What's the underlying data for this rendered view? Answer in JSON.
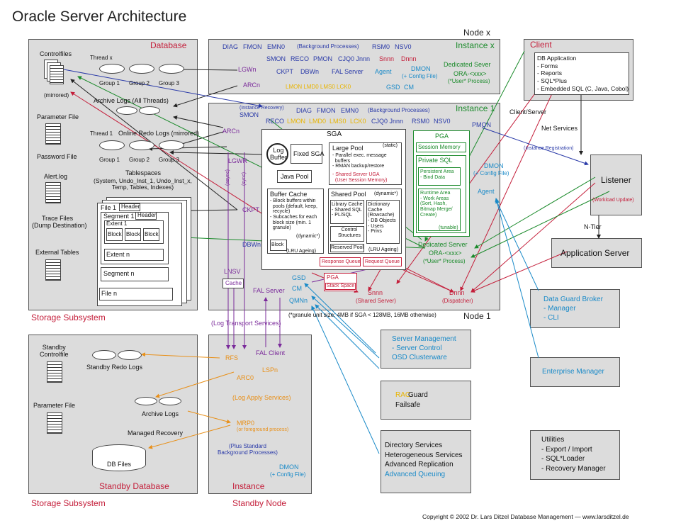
{
  "title": "Oracle Server Architecture",
  "copyright": "Copyright © 2002 Dr. Lars Ditzel Database Management — www.larsditzel.de",
  "database": {
    "title": "Database",
    "controlfiles": "Controlfiles",
    "mirrored": "(mirrored)",
    "thread_x": "Thread x",
    "group1": "Group 1",
    "group2": "Group 2",
    "group3": "Group 3",
    "archive_logs_all": "Archive Logs (All Threads)",
    "parameter_file": "Parameter File",
    "password_file": "Password File",
    "thread_1": "Thread 1",
    "online_redo": "Online Redo Logs (mirrored)",
    "alert_log": "Alert.log",
    "trace_files": "Trace Files",
    "dump_dest": "(Dump Destination)",
    "tablespaces": "Tablespaces",
    "tablespaces_detail": "(System, Undo_Inst_1, Undo_Inst_x,\nTemp, Tables, Indexes)",
    "external_tables": "External Tables",
    "file1": "File 1",
    "header": "Header",
    "segment1": "Segment 1",
    "extent1": "Extent 1",
    "block": "Block",
    "extent_n": "Extent n",
    "segment_n": "Segment n",
    "file_n": "File n",
    "storage": "Storage Subsystem"
  },
  "node_x": {
    "label": "Node x",
    "instance": "Instance x",
    "row1": [
      "DIAG",
      "FMON",
      "EMN0",
      "(Background Processes)",
      "RSM0",
      "NSV0"
    ],
    "row2": [
      "SMON",
      "RECO",
      "PMON",
      "CJQ0 Jnnn",
      "Snnn",
      "Dnnn"
    ],
    "row3": [
      "CKPT",
      "DBWn",
      "FAL Server",
      "Agent",
      "DMON",
      "(+ Config File)"
    ],
    "lgwn": "LGWn",
    "arcn": "ARCn",
    "yellow": "LMON  LMD0  LMS0  LCK0",
    "gsd": "GSD",
    "cm": "CM",
    "ded_server": "Dedicated Sever",
    "ora": "ORA-<xxx>",
    "user_process": "(*User* Process)"
  },
  "instance1": {
    "label": "Instance 1",
    "instance_recovery": "(Instance Recovery)",
    "smon": "SMON",
    "row1": [
      "DIAG",
      "FMON",
      "EMN0",
      "(Background Processes)"
    ],
    "row2": [
      "RECO",
      "LMON",
      "LMD0",
      "LMS0",
      "LCK0",
      "CJQ0 Jnnn",
      "RSM0",
      "NSV0"
    ],
    "pmon": "PMON",
    "arcn": "ARCn",
    "lgwr": "LGWR",
    "async": "(async)",
    "sync": "(sync)",
    "ckpt": "CKPT",
    "dbwn": "DBWn",
    "lnsv": "LNSV",
    "cache": "Cache",
    "fal_server": "FAL Server",
    "gsd": "GSD",
    "cm": "CM",
    "qmnn": "QMNn",
    "sga": "SGA",
    "log_buffer": "Log\nBuffer",
    "fixed_sga": "Fixed SGA",
    "java_pool": "Java Pool",
    "large_pool": "Large Pool",
    "static": "(static)",
    "large_pool_items": "- Parallel exec. message\n  buffers\n- RMAN backup/restore",
    "shared_uga": "- Shared Server UGA\n  (User Session Memory)",
    "buffer_cache": "Buffer Cache",
    "buffer_cache_items": "- Block buffers within\n  pools (default, keep,\n  recycle)\n- Subcaches for each\n  block size (min. 1\n  granule)",
    "dynamic": "(dynamic*)",
    "block": "Block",
    "lru": "(LRU Ageing)",
    "shared_pool": "Shared Pool",
    "dynamic2": "(dynamic*)",
    "library_cache": "Library Cache\n- Shared SQL\n- PL/SQL",
    "dictionary_cache": "Dictionary\nCache\n(Rowcache)\n- DB Objects\n- Users\n- Privs",
    "control_structures": "Control\nStructures",
    "reserved_pool": "Reserved Pool",
    "lru2": "(LRU Ageing)",
    "response_queue": "Response Queue",
    "request_queue": "Request Queue",
    "pga": "PGA",
    "session_memory": "Session Memory",
    "private_sql": "Private SQL",
    "persistent_area": "Persistent Area\n- Bind Data",
    "runtime_area": "Runtime Area\n- Work Areas\n(Sort, Hash,\nBitmap Merge/\nCreate)",
    "tunable": "(tunable)",
    "dmon": "DMON",
    "config_file": "(+ Config File)",
    "agent": "Agent",
    "ded_server": "Dedicated Server",
    "ora": "ORA-<xxx>",
    "user_process": "(*User* Process)",
    "pga2": "PGA",
    "stack_space": "Stack Space",
    "snnn": "Snnn",
    "shared_server": "(Shared Server)",
    "dnnn": "Dnnn",
    "dispatcher": "(Dispatcher)",
    "granule_note": "(*granule unit size: 4MB if SGA < 128MB, 16MB otherwise)",
    "node1": "Node 1"
  },
  "client": {
    "title": "Client",
    "items": "DB Application\n- Forms\n- Reports\n- SQL*Plus\n- Embedded SQL (C, Java, Cobol)",
    "client_server": "Client/Server",
    "net_services": "Net Services",
    "instance_registration": "(Instance Registration)",
    "n_tier": "N-Tier"
  },
  "listener": {
    "title": "Listener",
    "workload": "(Workload Update)"
  },
  "app_server": {
    "title": "Application Server"
  },
  "data_guard": {
    "text": "Data Guard Broker\n- Manager\n- CLI"
  },
  "server_mgmt": {
    "text": "Server Management\n- Server Control\nOSD Clusterware"
  },
  "rac_guard": {
    "rac": "RAC",
    "guard": " Guard",
    "failsafe": "Failsafe"
  },
  "enterprise_manager": {
    "text": "Enterprise Manager"
  },
  "directory": {
    "text": "Directory Services\nHeterogeneous Services\nAdvanced Replication",
    "aq": "Advanced Queuing"
  },
  "utilities": {
    "text": "Utilities\n- Export / Import\n- SQL*Loader\n- Recovery Manager"
  },
  "standby_node": {
    "log_transport": "(Log Transport Services)",
    "rfs": "RFS",
    "fal_client": "FAL Client",
    "arc0": "ARC0",
    "lspn": "LSPn",
    "log_apply": "(Log Apply Services)",
    "mrp0": "MRP0",
    "foreground": "(or foreground process)",
    "plus_standard": "(Plus Standard\nBackground Processes)",
    "dmon": "DMON",
    "config_file": "(+ Config File)",
    "instance": "Instance",
    "label": "Standby Node"
  },
  "standby_db": {
    "controlfile": "Standby\nControlfile",
    "redo_logs": "Standby Redo Logs",
    "parameter_file": "Parameter File",
    "archive_logs": "Archive Logs",
    "managed_recovery": "Managed Recovery",
    "db_files": "DB Files",
    "title": "Standby Database",
    "storage": "Storage Subsystem"
  }
}
